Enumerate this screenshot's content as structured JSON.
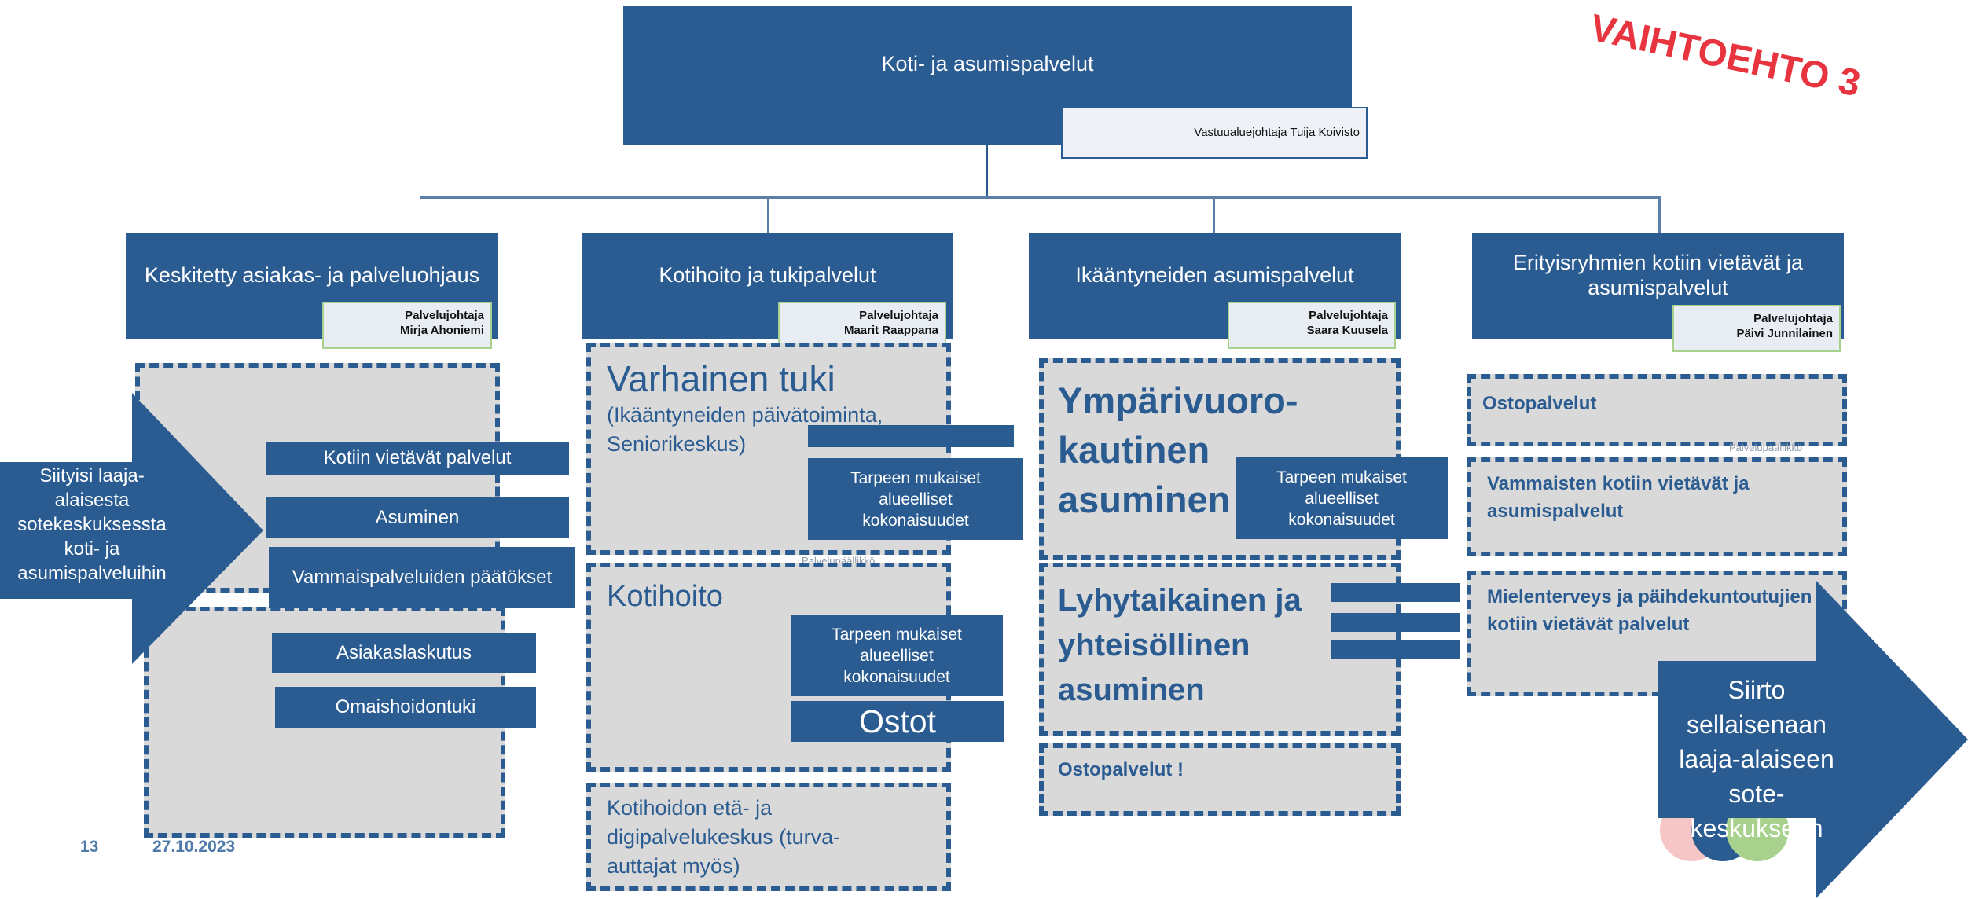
{
  "top": {
    "title": "Koti- ja asumispalvelut",
    "owner": "Vastuualuejohtaja Tuija Koivisto"
  },
  "option_label": "VAIHTOEHTO 3",
  "columns": [
    {
      "title": "Keskitetty asiakas- ja palveluohjaus",
      "role": "Palvelujohtaja",
      "person": "Mirja Ahoniemi"
    },
    {
      "title": "Kotihoito ja tukipalvelut",
      "role": "Palvelujohtaja",
      "person": "Maarit Raappana"
    },
    {
      "title": "Ikääntyneiden asumispalvelut",
      "role": "Palvelujohtaja",
      "person": "Saara Kuusela"
    },
    {
      "title": "Erityisryhmien kotiin vietävät ja asumispalvelut",
      "role": "Palvelujohtaja",
      "person": "Päivi Junnilainen"
    }
  ],
  "left_arrow": "Siityisi laaja-alaisesta sotekeskuksessta koti- ja asumispalveluihin",
  "col1_items": [
    "Kotiin vietävät palvelut",
    "Asuminen",
    "Vammaispalveluiden päätökset",
    "Asiakaslaskutus",
    "Omaishoidontuki"
  ],
  "col2": {
    "varhainen_title": "Varhainen tuki",
    "varhainen_sub": "(Ikääntyneiden päivätoiminta, Seniorikeskus)",
    "tarpeen": "Tarpeen mukaiset alueelliset kokonaisuudet",
    "kotihoito_title": "Kotihoito",
    "ostot": "Ostot",
    "eta_text": "Kotihoidon etä- ja digipalvelukeskus (turva-auttajat myös)",
    "faint": "Palvelupäällikkö"
  },
  "col3": {
    "ympari": "Ympärivuoro-kautinen asuminen",
    "tarpeen": "Tarpeen mukaiset alueelliset kokonaisuudet",
    "lyhyt": "Lyhytaikainen ja yhteisöllinen asuminen",
    "osto": "Ostopalvelut !"
  },
  "col4": {
    "osto": "Ostopalvelut",
    "vammais": "Vammaisten kotiin vietävät ja asumispalvelut",
    "mielen": "Mielenterveys ja päihdekuntoutujien kotiin vietävät palvelut",
    "faint": "Palvelupäällikkö"
  },
  "right_arrow": "Siirto sellaisenaan laaja-alaiseen sote-keskukseen",
  "footer": {
    "page": "13",
    "date": "27.10.2023"
  }
}
